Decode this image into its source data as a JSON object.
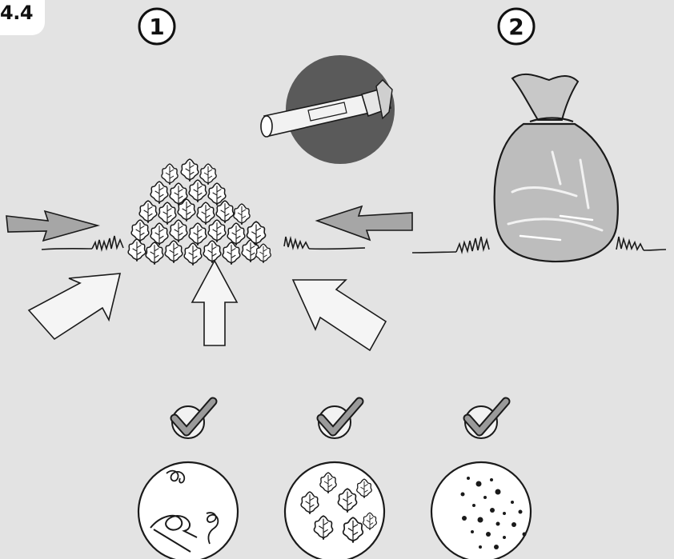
{
  "figure_label": "4.4",
  "steps": [
    {
      "number": "1"
    },
    {
      "number": "2"
    }
  ],
  "colors": {
    "background": "#e3e3e3",
    "line": "#1a1a1a",
    "arrow_fill": "#f5f5f5",
    "arrow_grey": "#a6a6a6",
    "check_fill": "#9a9a9a",
    "inset_circle": "#5a5a5a",
    "bag_fill": "#bdbdbd"
  },
  "icons": [
    "leaf-pile-icon",
    "blower-nozzle-icon",
    "waste-bag-icon",
    "check-icon",
    "shavings-icon",
    "leaves-icon",
    "dust-icon"
  ],
  "suitable_materials": [
    {
      "name": "shavings",
      "checked": true
    },
    {
      "name": "leaves",
      "checked": true
    },
    {
      "name": "dust",
      "checked": true
    }
  ]
}
